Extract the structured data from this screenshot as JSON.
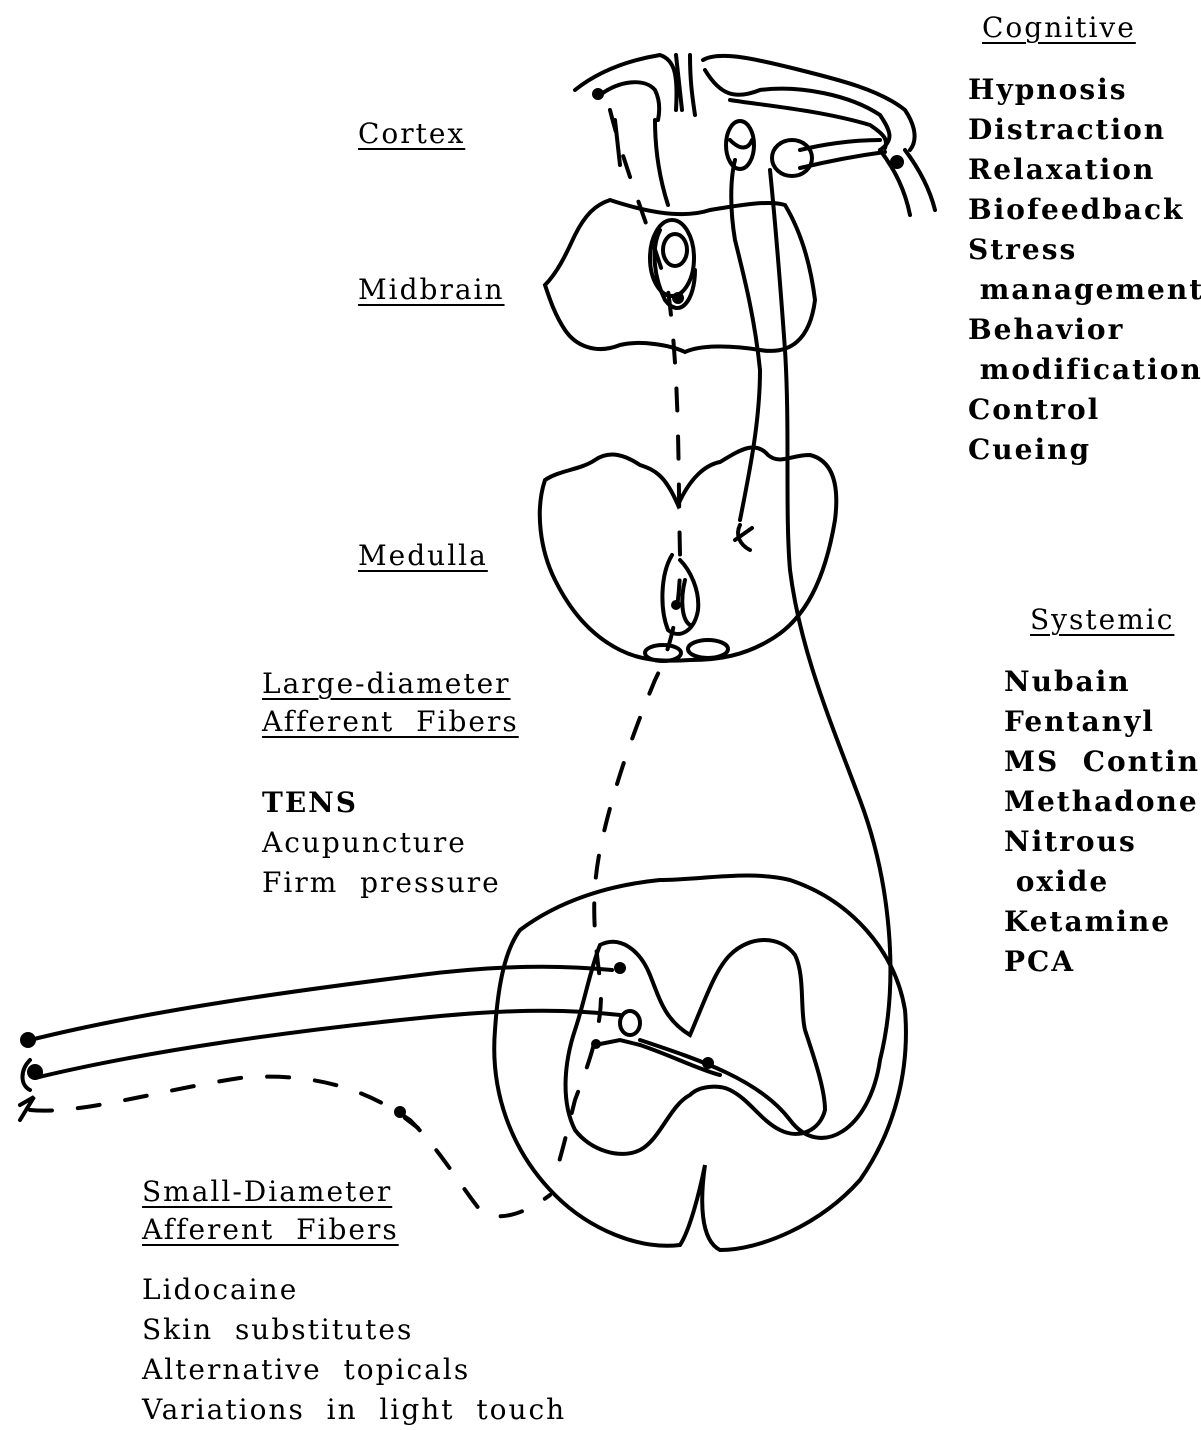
{
  "labels": {
    "cortex": "Cortex",
    "midbrain": "Midbrain",
    "medulla": "Medulla",
    "large_fibers": [
      "Large-diameter",
      "Afferent  Fibers"
    ],
    "small_fibers": [
      "Small-Diameter",
      "Afferent  Fibers"
    ],
    "cognitive": "Cognitive",
    "systemic": "Systemic"
  },
  "cognitive_items": [
    "Hypnosis",
    "Distraction",
    "Relaxation",
    "Biofeedback",
    "Stress",
    " management",
    "Behavior",
    " modification",
    "Control",
    "Cueing"
  ],
  "systemic_items": [
    "Nubain",
    "Fentanyl",
    "MS  Contin",
    "Methadone",
    "Nitrous",
    " oxide",
    "Ketamine",
    "PCA"
  ],
  "large_fiber_items": [
    "TENS",
    "Acupuncture",
    "Firm  pressure"
  ],
  "small_fiber_items": [
    "Lidocaine",
    "Skin  substitutes",
    "Alternative  topicals",
    "Variations  in  light  touch"
  ]
}
